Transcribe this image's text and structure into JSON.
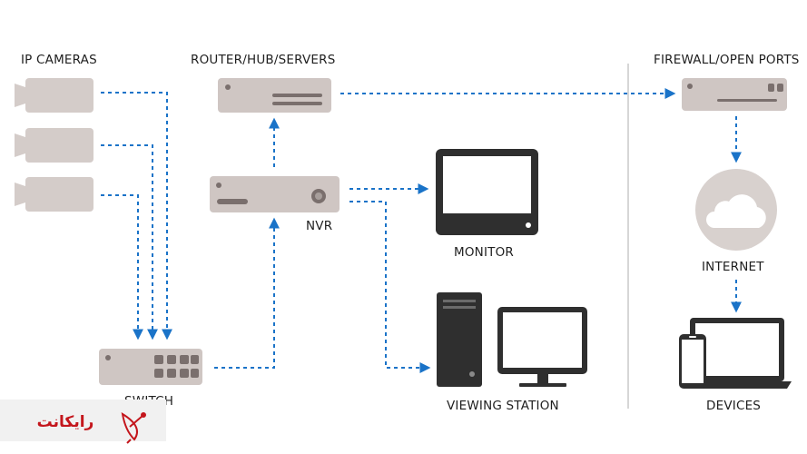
{
  "labels": {
    "ip_cameras": "IP CAMERAS",
    "router": "ROUTER/HUB/SERVERS",
    "firewall": "FIREWALL/OPEN PORTS",
    "nvr": "NVR",
    "monitor": "MONITOR",
    "internet": "INTERNET",
    "switch": "SWITCH",
    "viewing_station": "VIEWING STATION",
    "devices": "DEVICES"
  },
  "watermark": {
    "text": "رایکانت"
  },
  "colors": {
    "connector": "#1a73c8",
    "device_body": "#cfc6c3",
    "device_dark": "#7a6f6d",
    "screen_dark": "#2f2f2f",
    "divider": "#c8c8c8"
  }
}
